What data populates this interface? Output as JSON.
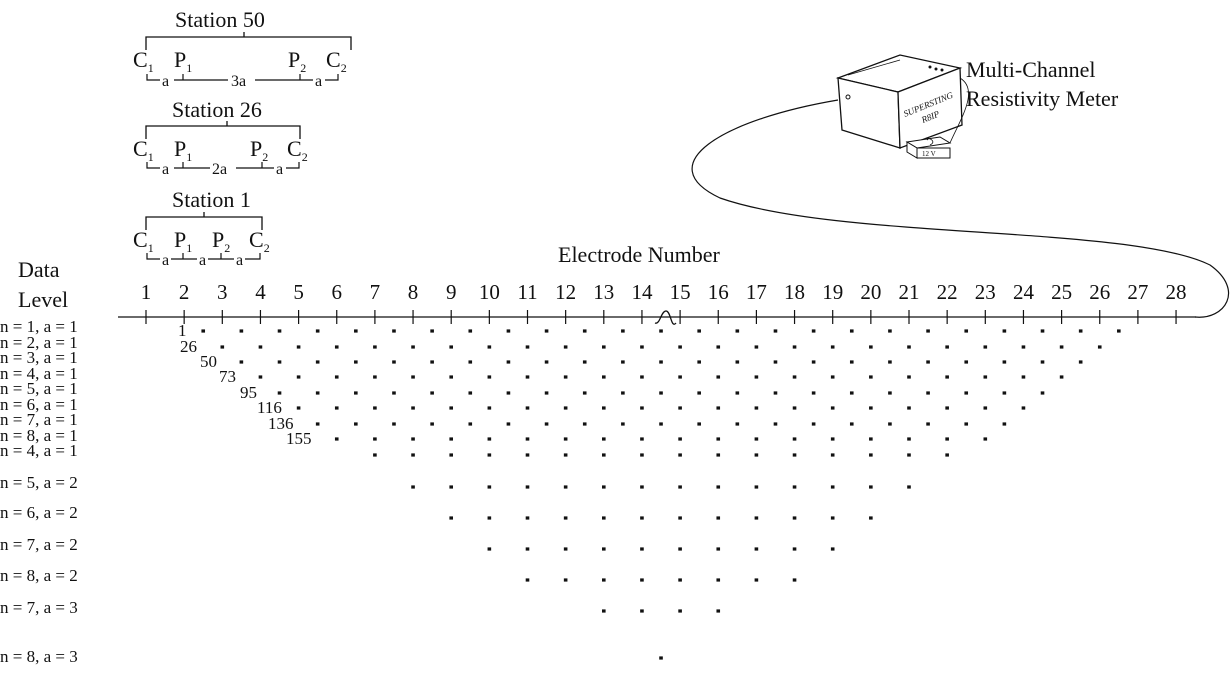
{
  "title_axis": "Electrode Number",
  "data_level_label": [
    "Data",
    "Level"
  ],
  "meter": {
    "label_lines": [
      "Multi-Channel",
      "Resistivity Meter"
    ],
    "device_text": [
      "SUPERSTING",
      "R8IP"
    ],
    "battery_text": "12 V"
  },
  "stations": [
    {
      "title": "Station 50",
      "spacing": "3a",
      "a": "a"
    },
    {
      "title": "Station 26",
      "spacing": "2a",
      "a": "a"
    },
    {
      "title": "Station 1",
      "spacing": "a",
      "a": "a"
    }
  ],
  "electrode_labels": {
    "C1": "C",
    "P1": "P",
    "P2": "P",
    "C2": "C",
    "sub1": "1",
    "sub2": "2"
  },
  "electrodes": [
    "1",
    "2",
    "3",
    "4",
    "5",
    "6",
    "7",
    "8",
    "9",
    "10",
    "11",
    "12",
    "13",
    "14",
    "15",
    "16",
    "17",
    "18",
    "19",
    "20",
    "21",
    "22",
    "23",
    "24",
    "25",
    "26",
    "27",
    "28"
  ],
  "data_levels": [
    {
      "label": "n = 1, a = 1",
      "station_label": "1"
    },
    {
      "label": "n = 2, a = 1",
      "station_label": "26"
    },
    {
      "label": "n = 3, a = 1",
      "station_label": "50"
    },
    {
      "label": "n = 4, a = 1",
      "station_label": "73"
    },
    {
      "label": "n = 5, a = 1",
      "station_label": "95"
    },
    {
      "label": "n = 6, a = 1",
      "station_label": "116"
    },
    {
      "label": "n = 7, a = 1",
      "station_label": "136"
    },
    {
      "label": "n = 8, a = 1",
      "station_label": "155"
    },
    {
      "label": "n = 4, a = 1",
      "station_label": ""
    },
    {
      "label": "n = 5, a = 2",
      "station_label": ""
    },
    {
      "label": "n = 6, a = 2",
      "station_label": ""
    },
    {
      "label": "n = 7, a = 2",
      "station_label": ""
    },
    {
      "label": "n = 8, a = 2",
      "station_label": ""
    },
    {
      "label": "n = 7, a = 3",
      "station_label": ""
    },
    {
      "label": "n = 8, a = 3",
      "station_label": ""
    }
  ]
}
